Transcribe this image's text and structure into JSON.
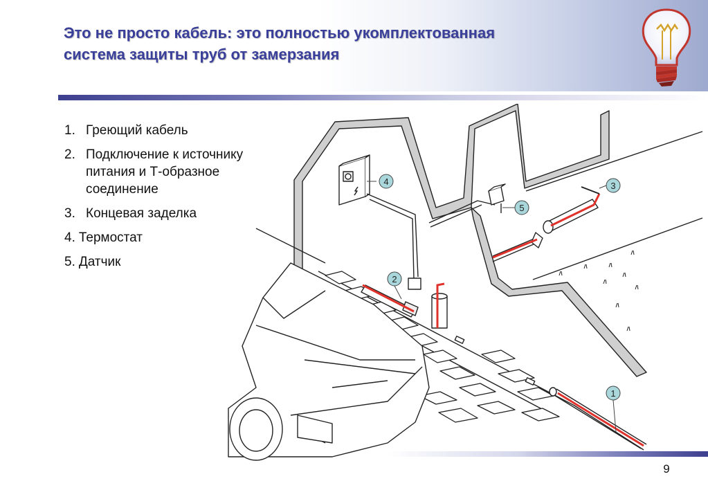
{
  "slide": {
    "title_lines": [
      "Это не просто кабель: это полностью укомплектованная",
      "система защиты труб от замерзания"
    ],
    "page_number": "9"
  },
  "list": {
    "items": [
      {
        "num": "1.",
        "text": "Греющий кабель"
      },
      {
        "num": "2.",
        "text": "Подключение к источнику питания и Т-образное соединение"
      },
      {
        "num": "3.",
        "text": "Концевая заделка"
      },
      {
        "num": "4.",
        "text": "Термостат"
      },
      {
        "num": "5.",
        "text": "Датчик"
      }
    ]
  },
  "diagram": {
    "callouts": [
      "1",
      "2",
      "3",
      "4",
      "5"
    ]
  },
  "icons": {
    "logo": "lightbulb-icon",
    "thermostat": "thermostat-box-icon",
    "lightning": "lightning-icon"
  },
  "colors": {
    "title": "#3a3f9a",
    "accent_rule": "#3d3f8f",
    "heating_cable": "#e0312b",
    "callout_fill": "#a9d7dc"
  }
}
